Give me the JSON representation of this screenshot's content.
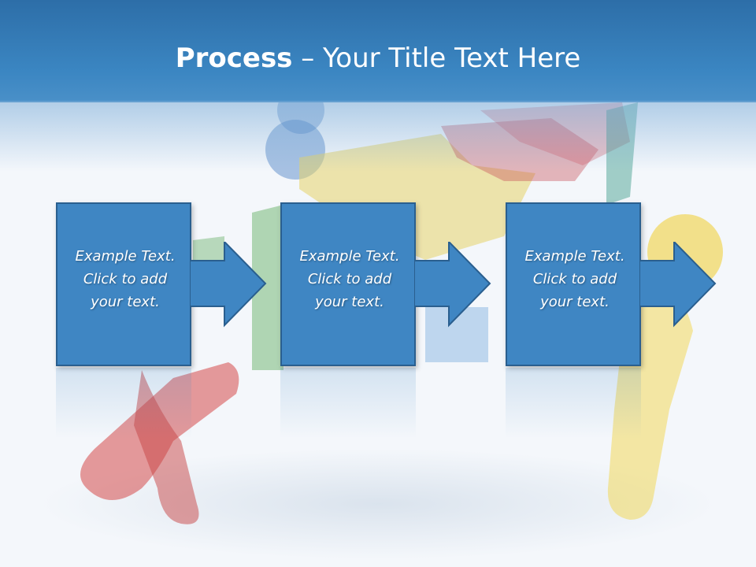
{
  "title": {
    "bold": "Process",
    "rest": " – Your Title Text Here"
  },
  "steps": [
    {
      "line1": "Example Text.",
      "line2": "Click  to add",
      "line3": "your text."
    },
    {
      "line1": "Example Text.",
      "line2": "Click  to add",
      "line3": "your text."
    },
    {
      "line1": "Example Text.",
      "line2": "Click  to add",
      "line3": "your text."
    }
  ],
  "colors": {
    "header": "#3b86c2",
    "box": "#3f86c3",
    "box_border": "#2a5f8f"
  }
}
